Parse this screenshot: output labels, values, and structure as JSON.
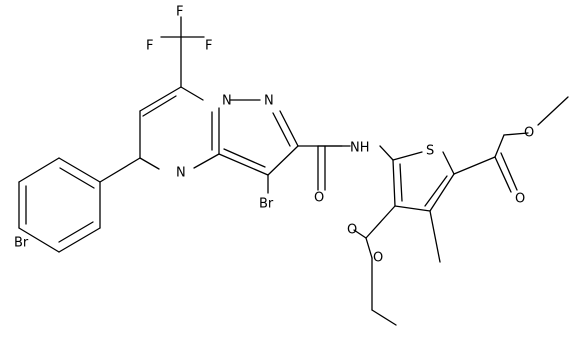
{
  "colors": {
    "background": "#ffffff",
    "ink": "#000000"
  },
  "atoms": {
    "F1": "F",
    "F2": "F",
    "F3": "F",
    "N1": "N",
    "N2": "N",
    "N3": "N",
    "Br1": "Br",
    "Br2": "Br",
    "O1": "O",
    "NH": "NH",
    "S": "S",
    "O2": "O",
    "O3": "O",
    "O4": "O",
    "O5": "O"
  }
}
